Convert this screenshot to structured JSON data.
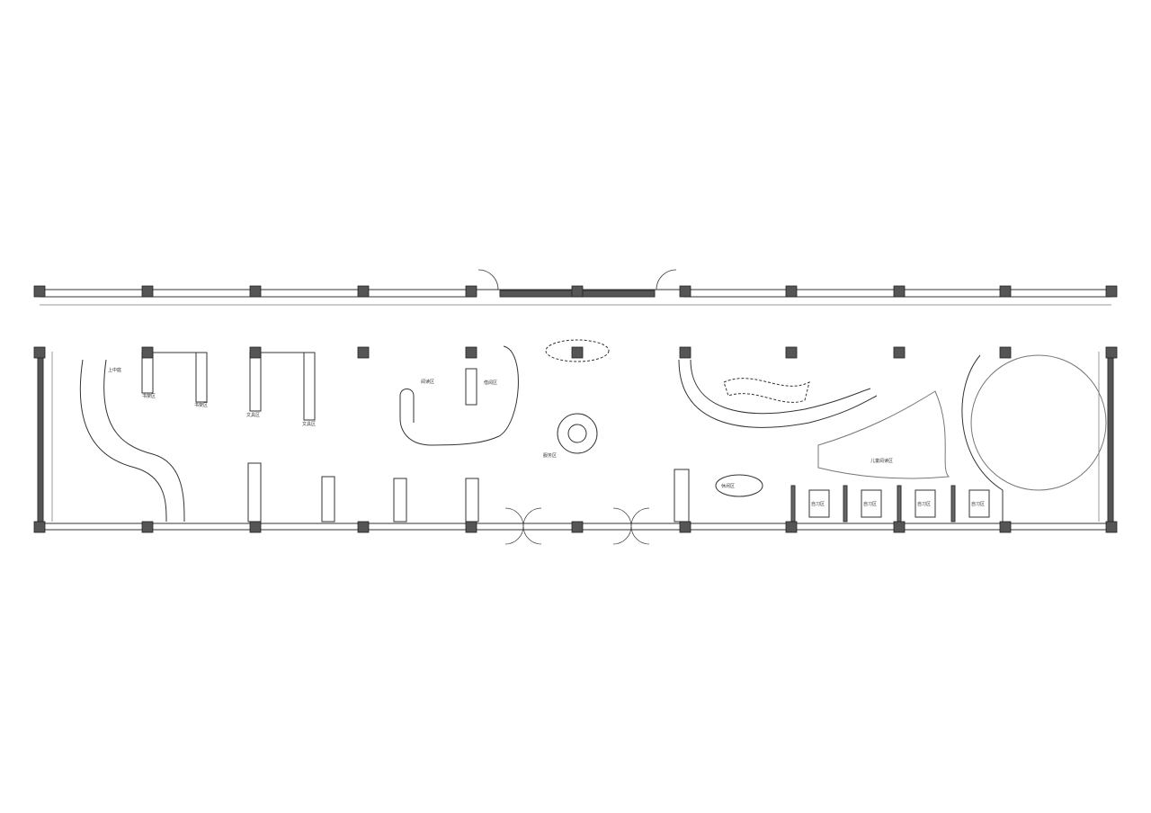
{
  "drawing": {
    "type": "architectural floor plan",
    "line_color": "#333333",
    "column_color": "#555555",
    "wall_fill": "#666666"
  },
  "labels": {
    "stair": "上中庭",
    "booth1": "书架区",
    "booth2": "书架区",
    "booth3": "文具区",
    "booth4": "文具区",
    "reading": "阅读区",
    "lending": "借阅区",
    "info": "服务区",
    "kids": "儿童阅读区",
    "cafe": "休闲区",
    "study1": "自习区",
    "study2": "自习区",
    "study3": "自习区",
    "study4": "自习区"
  }
}
